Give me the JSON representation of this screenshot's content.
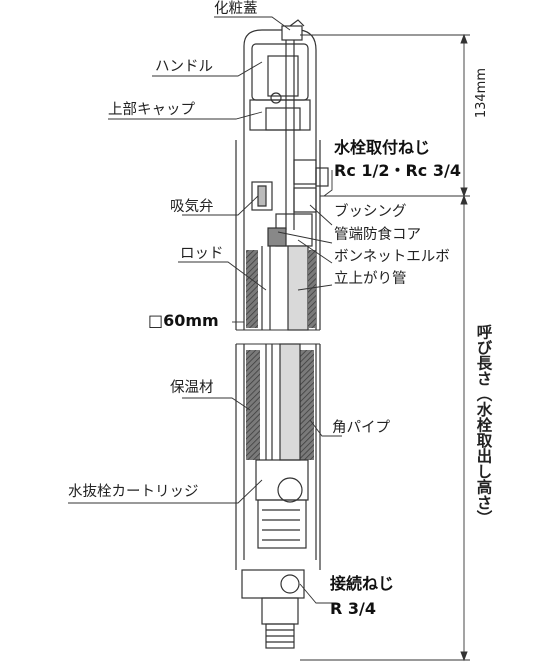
{
  "labels": {
    "cosmetic_cover": "化粧蓋",
    "handle": "ハンドル",
    "upper_cap": "上部キャップ",
    "faucet_thread_title": "水栓取付ねじ",
    "faucet_thread_spec": "Rc 1/2・Rc 3/4",
    "air_valve": "吸気弁",
    "bushing": "ブッシング",
    "pipe_end_core": "管端防食コア",
    "rod": "ロッド",
    "bonnet_elbow": "ボンネットエルボ",
    "riser_pipe": "立上がり管",
    "width": "□60mm",
    "insulation": "保温材",
    "square_pipe": "角パイプ",
    "drain_cartridge": "水抜栓カートリッジ",
    "connection_thread_title": "接続ねじ",
    "connection_thread_spec": "R 3/4",
    "dim_134": "134mm",
    "nominal_length": "呼び長さ（水栓取出し高さ）"
  },
  "colors": {
    "line": "#333333",
    "pipe_fill": "#d9d9d9",
    "insulation_fill": "#555555",
    "body_fill": "#ffffff"
  }
}
